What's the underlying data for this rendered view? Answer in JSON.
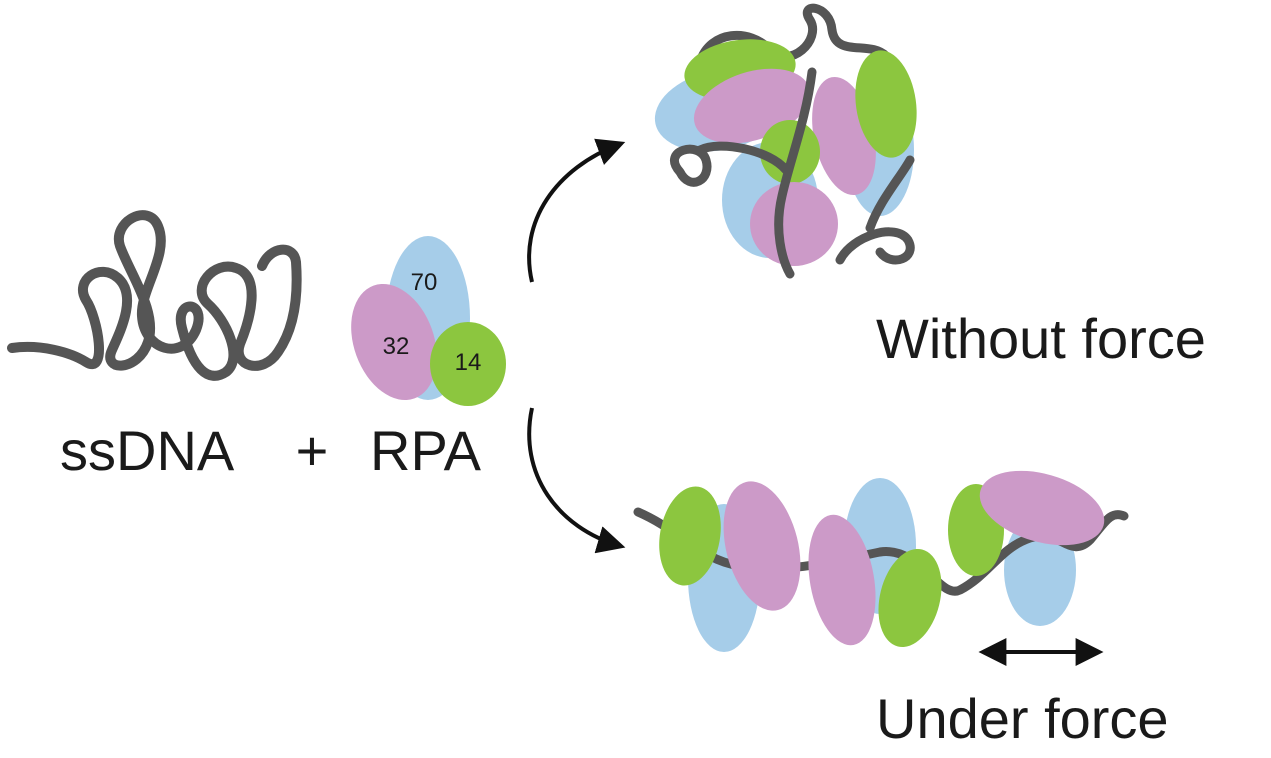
{
  "labels": {
    "ssdna": "ssDNA",
    "plus": "+",
    "rpa": "RPA",
    "without_force": "Without force",
    "under_force": "Under force"
  },
  "subunits": {
    "rpa70": "70",
    "rpa32": "32",
    "rpa14": "14"
  },
  "colors": {
    "rpa70": "#a6cde9",
    "rpa32": "#cc9ac8",
    "rpa14": "#8cc63f",
    "dna": "#555555",
    "arrow": "#111111"
  }
}
